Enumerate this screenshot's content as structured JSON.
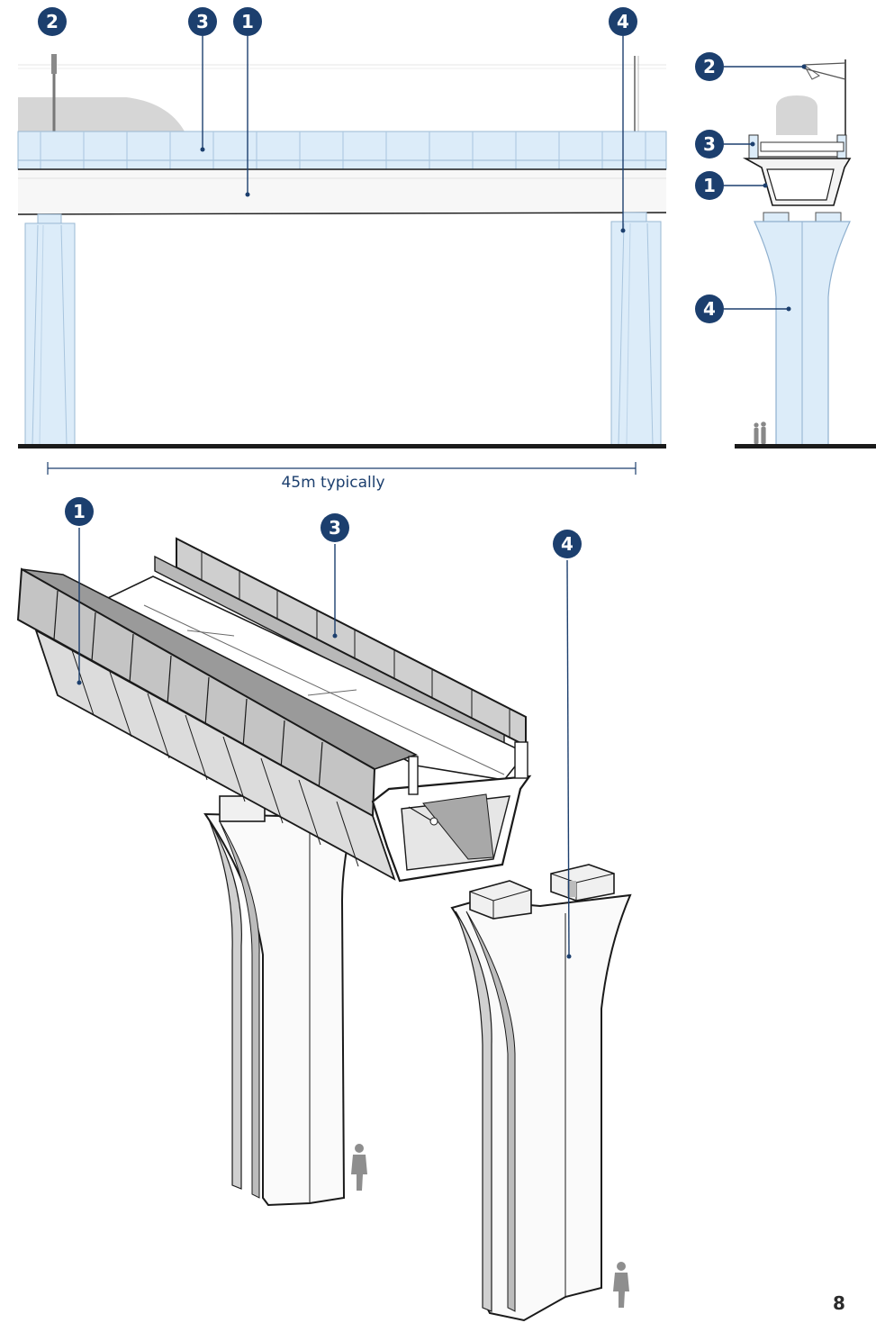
{
  "diagram": {
    "span_label": "45m typically",
    "page_number": "8"
  },
  "callouts": {
    "one": "1",
    "two": "2",
    "three": "3",
    "four": "4"
  },
  "colors": {
    "marker": "#1c3f6e",
    "glass_blue": "#dcecf9",
    "deck_white": "#f7f7f7",
    "barrier_grey": "#c8c8c8",
    "ground": "#1a1a1a"
  },
  "icons": [
    "person-silhouette-icon"
  ]
}
